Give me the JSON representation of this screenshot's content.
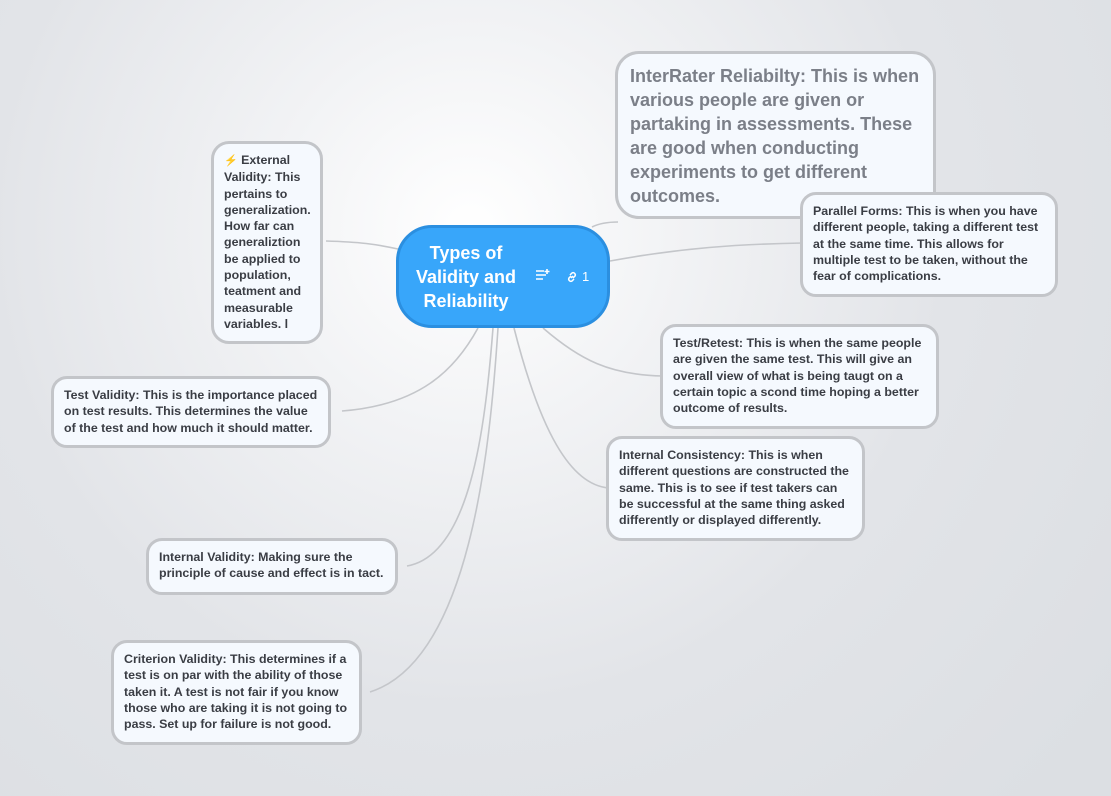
{
  "colors": {
    "central": "#38a6fa",
    "node_border": "#c3c5c9",
    "line": "#c4c6ca"
  },
  "central": {
    "title": "Types of Validity and Reliability",
    "note_icon": "notes-add-icon",
    "link_icon": "link-icon",
    "link_count": "1"
  },
  "nodes": {
    "external": {
      "icon": "⚡",
      "text": "External Validity: This pertains to generalization. How far can generaliztion be applied to population, teatment and measurable variables. l"
    },
    "interrater": "InterRater Reliabilty: This is when various people are given or partaking in assessments. These are good when conducting experiments to get different outcomes.",
    "parallel": "Parallel Forms: This is when you have different people, taking a different test at the same time. This allows for multiple test to be taken, without the fear of complications.",
    "retest": "Test/Retest: This is when the same people are given the same test. This will give an overall view of what is being taugt on a certain topic a scond time hoping a better outcome of results.",
    "consistency": "Internal Consistency: This is when different questions are constructed the same. This is to see if test takers can be successful at the same thing asked differently or displayed differently.",
    "test_validity": "Test Validity: This is the importance placed on test results. This determines the value of the test and how much it should matter.",
    "internal_validity": "Internal Validity: Making sure the principle of cause and effect is in tact.",
    "criterion": "Criterion Validity: This determines if a test is on par with the ability of those taken it. A test is not fair if you know those who are taking it is not going to pass. Set up for failure is not good."
  }
}
